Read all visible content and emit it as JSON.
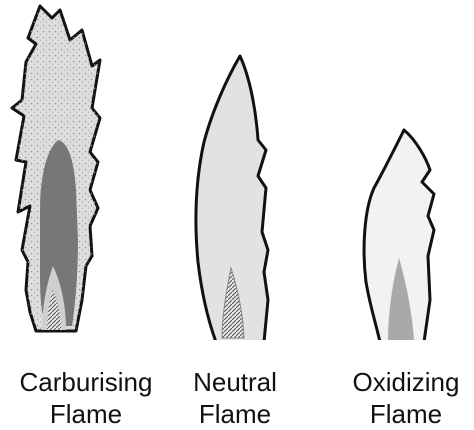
{
  "flames": [
    {
      "id": "carburising",
      "line1": "Carburising",
      "line2": "Flame",
      "body_fill": "#dedede",
      "zone_fill": "#777777",
      "cone_fill": "#cfcfcf"
    },
    {
      "id": "neutral",
      "line1": "Neutral",
      "line2": "Flame",
      "body_fill": "#e2e2e2",
      "cone_fill": "#9a9a9a"
    },
    {
      "id": "oxidizing",
      "line1": "Oxidizing",
      "line2": "Flame",
      "body_fill": "#f2f2f2",
      "cone_fill": "#a9a9a9"
    }
  ]
}
